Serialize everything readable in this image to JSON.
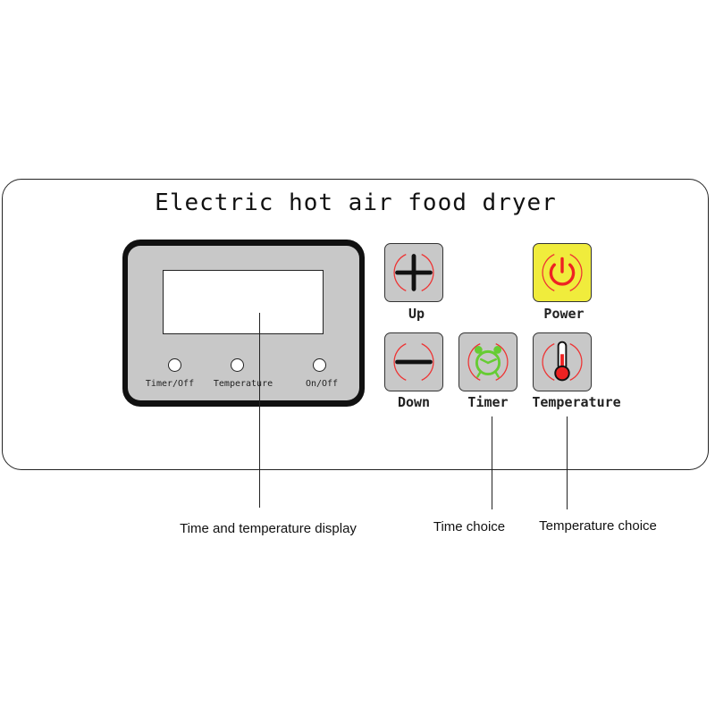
{
  "title": "Electric hot air food dryer",
  "display": {
    "indicators": [
      {
        "label": "Timer/Off"
      },
      {
        "label": "Temperature"
      },
      {
        "label": "On/Off"
      }
    ]
  },
  "buttons": {
    "up": {
      "label": "Up",
      "icon": "plus-icon"
    },
    "power": {
      "label": "Power",
      "icon": "power-icon",
      "color": "#f0ec3c"
    },
    "down": {
      "label": "Down",
      "icon": "minus-icon"
    },
    "timer": {
      "label": "Timer",
      "icon": "alarm-clock-icon"
    },
    "temperature": {
      "label": "Temperature",
      "icon": "thermometer-icon"
    }
  },
  "callouts": {
    "display": "Time and temperature display",
    "timer": "Time choice",
    "temperature": "Temperature choice"
  }
}
